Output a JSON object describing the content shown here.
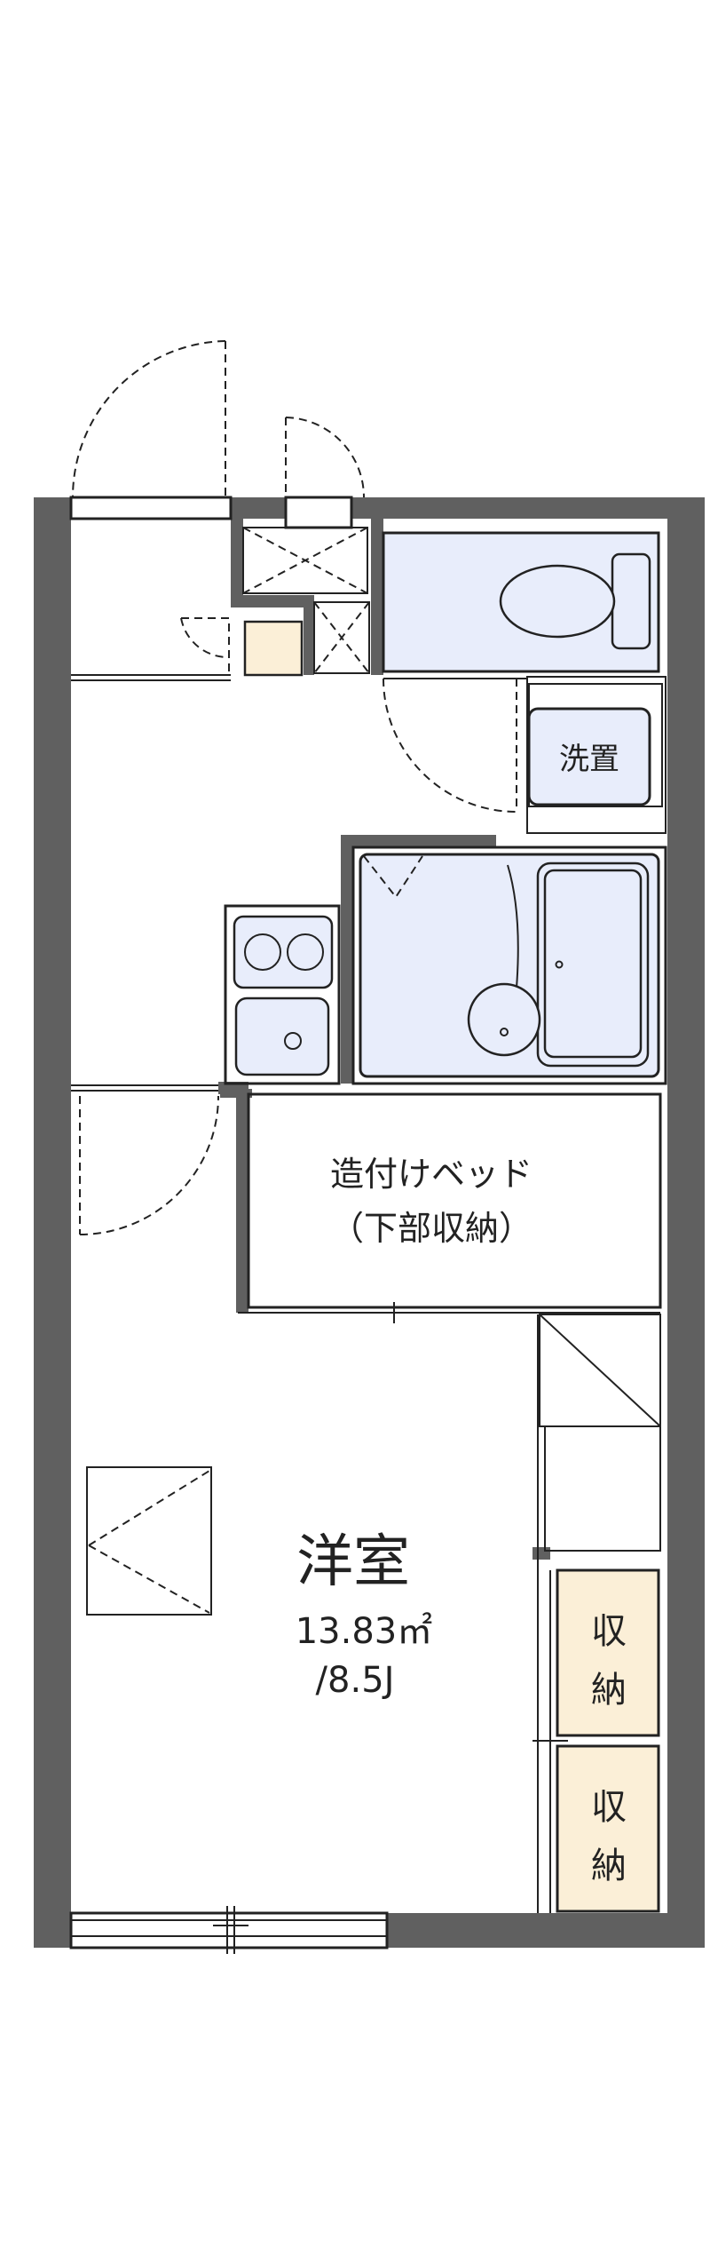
{
  "labels": {
    "washer": "洗置",
    "bed_line1": "造付けベッド",
    "bed_line2": "（下部収納）",
    "room_name": "洋室",
    "room_area": "13.83㎡",
    "room_tatami": "/8.5J",
    "storage1_a": "収",
    "storage1_b": "納",
    "storage2_a": "収",
    "storage2_b": "納"
  },
  "colors": {
    "wall": "#606060",
    "wet_area": "#e8edfb",
    "storage": "#fbefd7",
    "line": "#222222"
  }
}
